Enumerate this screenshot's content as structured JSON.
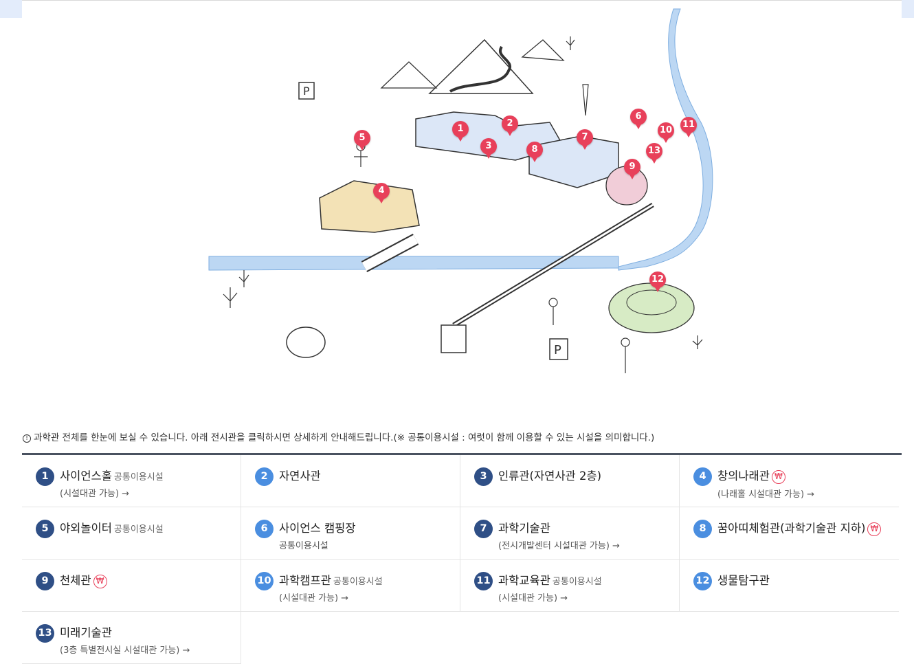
{
  "notice": {
    "icon": "info-circle-icon",
    "text": "과학관 전체를 한눈에 보실 수 있습니다. 아래 전시관을 클릭하시면 상세하게 안내해드립니다.(※ 공통이용시설 : 여럿이 함께 이용할 수 있는 시설을 의미합니다.)"
  },
  "map": {
    "pin_color": "#e8405a",
    "pins": [
      "1",
      "2",
      "3",
      "4",
      "5",
      "6",
      "7",
      "8",
      "9",
      "10",
      "11",
      "12",
      "13"
    ],
    "parking_label": "P"
  },
  "colors": {
    "accent_dark": "#2f4f86",
    "accent_light": "#4a8ee0",
    "paid": "#e8405a"
  },
  "facilities": [
    {
      "num": "1",
      "name": "사이언스홀",
      "tag": "공통이용시설",
      "sub": "(시설대관 가능) →",
      "won": ""
    },
    {
      "num": "2",
      "name": "자연사관",
      "tag": "",
      "sub": "",
      "won": ""
    },
    {
      "num": "3",
      "name": "인류관(자연사관 2층)",
      "tag": "",
      "sub": "",
      "won": ""
    },
    {
      "num": "4",
      "name": "창의나래관",
      "tag": "",
      "sub": "(나래홀 시설대관 가능) →",
      "won": "₩"
    },
    {
      "num": "5",
      "name": "야외놀이터",
      "tag": "공통이용시설",
      "sub": "",
      "won": ""
    },
    {
      "num": "6",
      "name": "사이언스 캠핑장",
      "tag": "",
      "sub": "공통이용시설",
      "won": ""
    },
    {
      "num": "7",
      "name": "과학기술관",
      "tag": "",
      "sub": "(전시개발센터 시설대관 가능) →",
      "won": ""
    },
    {
      "num": "8",
      "name": "꿈아띠체험관(과학기술관 지하)",
      "tag": "",
      "sub": "",
      "won": "₩"
    },
    {
      "num": "9",
      "name": "천체관",
      "tag": "",
      "sub": "",
      "won": "₩"
    },
    {
      "num": "10",
      "name": "과학캠프관",
      "tag": "공통이용시설",
      "sub": "(시설대관 가능) →",
      "won": ""
    },
    {
      "num": "11",
      "name": "과학교육관",
      "tag": "공통이용시설",
      "sub": "(시설대관 가능) →",
      "won": ""
    },
    {
      "num": "12",
      "name": "생물탐구관",
      "tag": "",
      "sub": "",
      "won": ""
    },
    {
      "num": "13",
      "name": "미래기술관",
      "tag": "",
      "sub": "(3층 특별전시실 시설대관 가능) →",
      "won": ""
    }
  ]
}
